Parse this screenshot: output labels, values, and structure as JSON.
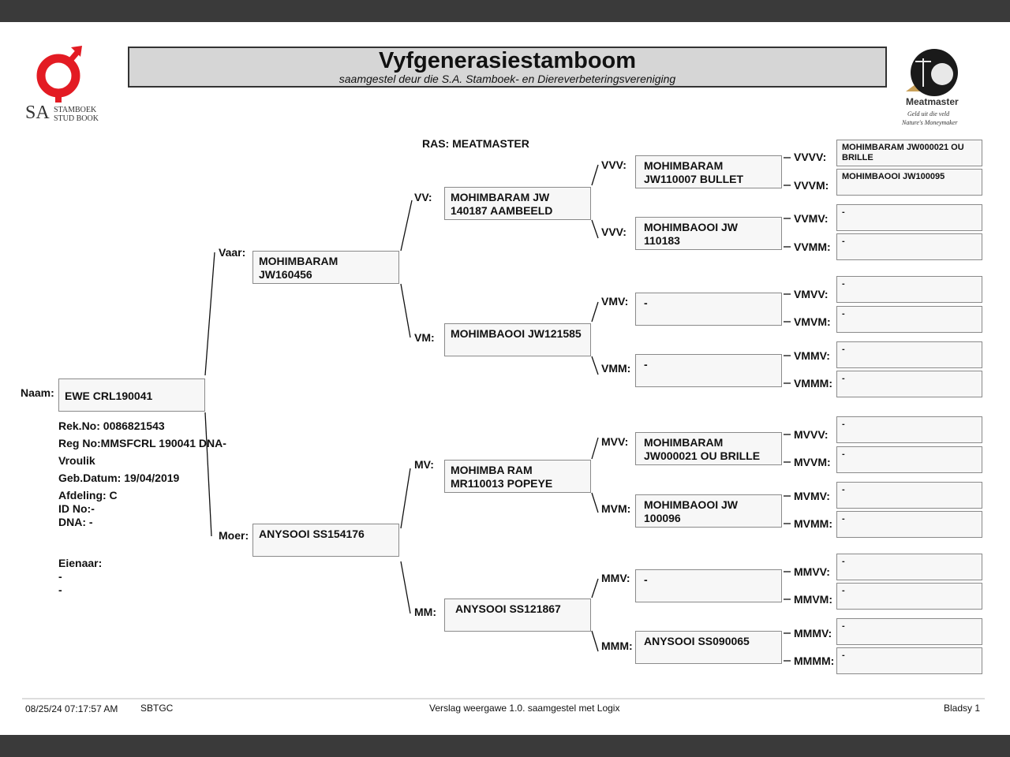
{
  "header": {
    "title": "Vyfgenerasiestamboom",
    "subtitle": "saamgestel deur die S.A. Stamboek- en Diereverbeteringsvereniging",
    "left_logo": {
      "abbr": "SA",
      "line1": "STAMBOEK",
      "line2": "STUD BOOK",
      "color": "#e31b23"
    },
    "right_logo": {
      "name": "Meatmaster",
      "tag1": "Geld uit die veld",
      "tag2": "Nature's Moneymaker"
    }
  },
  "breed": "RAS: MEATMASTER",
  "animal": {
    "name_label": "Naam:",
    "name": "EWE CRL190041",
    "details": [
      "Rek.No: 0086821543",
      "Reg No:MMSFCRL 190041 DNA-",
      "Vroulik",
      "Geb.Datum: 19/04/2019",
      "Afdeling: C",
      "ID No:-",
      "DNA: -"
    ],
    "owner_label": "Eienaar:",
    "owner_lines": [
      "-",
      "-"
    ]
  },
  "gen1": {
    "vaar": {
      "label": "Vaar:",
      "name": "MOHIMBARAM JW160456"
    },
    "moer": {
      "label": "Moer:",
      "name": "ANYSOOI SS154176"
    }
  },
  "gen2": {
    "vv": {
      "label": "VV:",
      "name": "MOHIMBARAM JW 140187 AAMBEELD"
    },
    "vm": {
      "label": "VM:",
      "name": "MOHIMBAOOI JW121585"
    },
    "mv": {
      "label": "MV:",
      "name": "MOHIMBA RAM MR110013 POPEYE"
    },
    "mm": {
      "label": "MM:",
      "name": "ANYSOOI SS121867"
    }
  },
  "gen3": {
    "vvv": {
      "label": "VVV:",
      "name": "MOHIMBARAM JW110007 BULLET"
    },
    "vvm": {
      "label": "VVV:",
      "name": "MOHIMBAOOI JW 110183"
    },
    "vmv": {
      "label": "VMV:",
      "name": "-"
    },
    "vmm": {
      "label": "VMM:",
      "name": "-"
    },
    "mvv": {
      "label": "MVV:",
      "name": "MOHIMBARAM JW000021 OU BRILLE"
    },
    "mvm": {
      "label": "MVM:",
      "name": "MOHIMBAOOI JW 100096"
    },
    "mmv": {
      "label": "MMV:",
      "name": "-"
    },
    "mmm": {
      "label": "MMM:",
      "name": "ANYSOOI SS090065"
    }
  },
  "gen4": [
    {
      "label": "VVVV:",
      "name": "MOHIMBARAM JW000021 OU BRILLE"
    },
    {
      "label": "VVVM:",
      "name": "MOHIMBAOOI JW100095"
    },
    {
      "label": "VVMV:",
      "name": "-"
    },
    {
      "label": "VVMM:",
      "name": "-"
    },
    {
      "label": "VMVV:",
      "name": "-"
    },
    {
      "label": "VMVM:",
      "name": "-"
    },
    {
      "label": "VMMV:",
      "name": "-"
    },
    {
      "label": "VMMM:",
      "name": "-"
    },
    {
      "label": "MVVV:",
      "name": "-"
    },
    {
      "label": "MVVM:",
      "name": "-"
    },
    {
      "label": "MVMV:",
      "name": "-"
    },
    {
      "label": "MVMM:",
      "name": "-"
    },
    {
      "label": "MMVV:",
      "name": "-"
    },
    {
      "label": "MMVM:",
      "name": "-"
    },
    {
      "label": "MMMV:",
      "name": "-"
    },
    {
      "label": "MMMM:",
      "name": "-"
    }
  ],
  "footer": {
    "timestamp": "08/25/24 07:17:57 AM",
    "org": "SBTGC",
    "version": "Verslag weergawe 1.0. saamgestel met Logix",
    "page": "Bladsy 1"
  }
}
